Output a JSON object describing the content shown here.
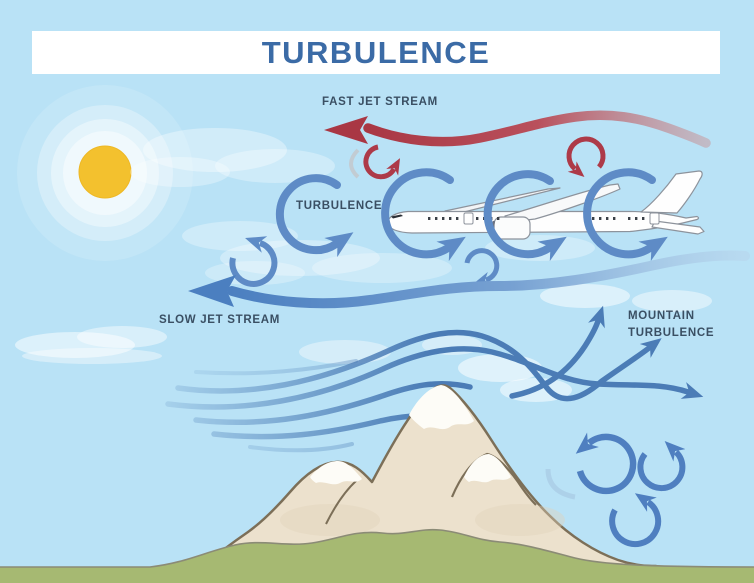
{
  "title": "TURBULENCE",
  "labels": {
    "fast_jet_stream": "FAST JET STREAM",
    "turbulence": "TURBULENCE",
    "slow_jet_stream": "SLOW JET STREAM",
    "mountain_turbulence": "MOUNTAIN TURBULENCE"
  },
  "colors": {
    "sky": "#b9e2f6",
    "banner_bg": "#ffffff",
    "title_text": "#3b6ba6",
    "label_text": "#3a4f63",
    "fast_jet_arrow_red": "#ad3a48",
    "turbulence_circle_blue": "#5e8bc6",
    "flow_line_blue": "#4b7cb6",
    "slow_jet_arrow_blue": "#4b7fc0",
    "sun_yellow": "#f3c12e",
    "mountain_tan": "#ece1cd",
    "mountain_outline": "#7c6f58",
    "snow_white": "#fdfcf7",
    "grass_green": "#a6b972",
    "cloud_white": "#ffffff",
    "airplane_white": "#fefefe"
  },
  "icons": {
    "sun": "sun-icon",
    "clouds": "cloud-icon",
    "airplane": "airplane-icon",
    "fast_jet_stream_arrow": "left-wavy-arrow-icon",
    "slow_jet_stream_arrow": "left-wavy-arrow-icon",
    "turbulence_circles": "circular-arrow-icon",
    "red_eddies": "curl-arrow-icon",
    "mountain_wave_lines": "wavy-flow-line-icon",
    "mountain_wave_arrows": "curved-arrow-icon",
    "lee_swirls": "swirl-arrow-icon",
    "mountain": "mountain-icon",
    "grass": "grass-icon"
  }
}
